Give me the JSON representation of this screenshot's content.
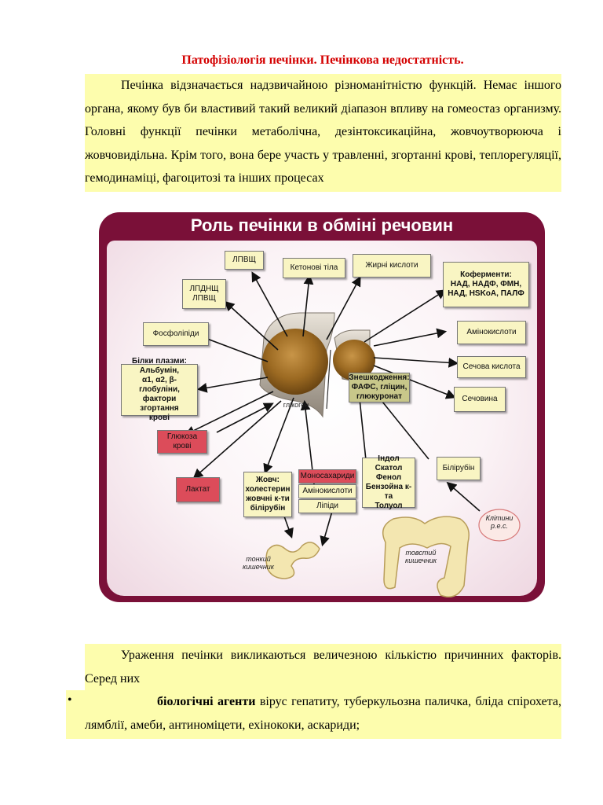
{
  "doc": {
    "title": "Патофізіологія печінки. Печінкова недостатність.",
    "para1": "Печінка відзначається надзвичайною різноманітністю функцій. Немає іншого органа, якому був би властивий такий великий діапазон впливу на гомеостаз организму. Головні функції печінки метаболічна, дезінтоксикаційна, жовчоутворююча і жовчовидільна. Крім того, вона бере участь у травленні, згортанні крові, теплорегуляції, гемодинаміці, фагоцитозі та інших процесах",
    "para2": "Ураження печінки викликаються величезною кількістю причинних факторів. Серед них",
    "bullet_symbol": "•",
    "bullet_bold": "біологічні агенти",
    "bullet_rest": " вірус гепатиту, туберкульозна паличка, бліда спірохета, лямблії, амеби, антиноміцети, ехінококи, аскариди;"
  },
  "figure": {
    "title": "Роль печінки в обміні речовин",
    "boxes": {
      "lpvsch": "ЛПВЩ",
      "ketone": "Кетонові тіла",
      "fatty": "Жирні кислоти",
      "coenz": "Коферменти:\nНАД, НАДФ, ФМН,\nНАД, HSKoA, ПАЛФ",
      "lpdnshch": "ЛПДНЩ\nЛПВЩ",
      "phospho": "Фосфоліпіди",
      "amino": "Амінокислоти",
      "plasma": "Білки плазми:\nАльбумін,\nα1, α2, β-глобуліни,\nфактори згортання\nкрові",
      "uric": "Сечова кислота",
      "urea": "Сечовина",
      "neutral": "Знешкодження:\nФАФС, гліцин,\nглюкуронат",
      "glucose": "Глюкоза\nкрові",
      "lactate": "Лактат",
      "bile": "Жовч:\nхолестерин\nжовчні к-ти\nбілірубін",
      "mono": "Моносахариди",
      "amino2": "Амінокислоти",
      "lipids": "Ліпіди",
      "indole": "Індол\nСкатол\nФенол\nБензойна к-та\nТолуол",
      "bilirubin": "Білірубін",
      "glycogen": "глікоген",
      "cells": "Клітини\nр.е.с.",
      "small_int": "тонкий\nкишечник",
      "large_int": "товстий\nкишечник"
    }
  }
}
